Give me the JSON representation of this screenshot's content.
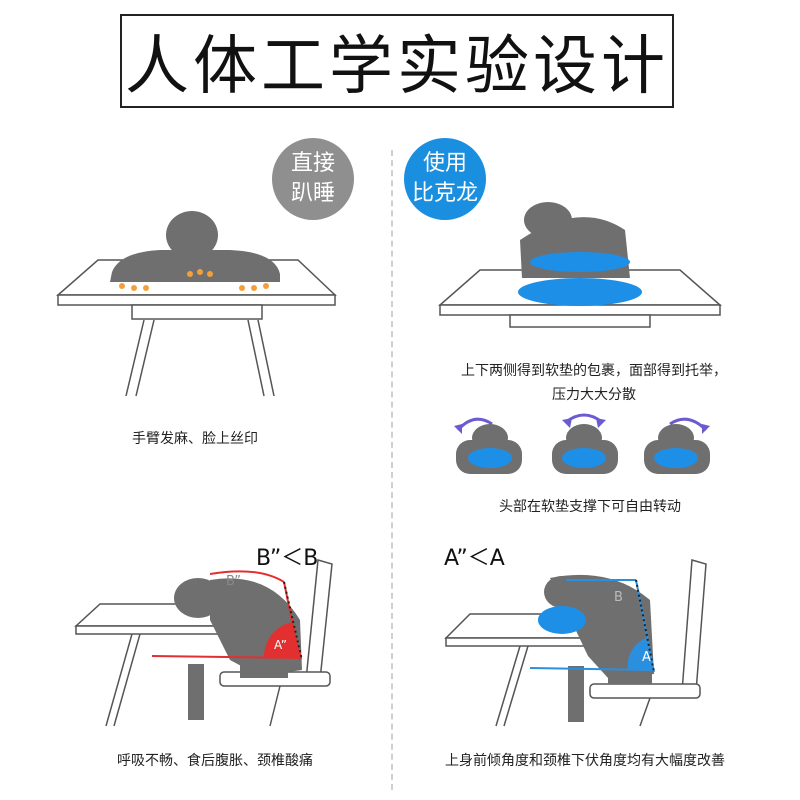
{
  "title": "人体工学实验设计",
  "badges": {
    "left": {
      "line1": "直接",
      "line2": "趴睡"
    },
    "right": {
      "line1": "使用",
      "line2": "比克龙"
    }
  },
  "captions": {
    "left_top": "手臂发麻、脸上丝印",
    "right_top_line1": "上下两侧得到软垫的包裹，面部得到托举，",
    "right_top_line2": "压力大大分散",
    "right_mid": "头部在软垫支撑下可自由转动",
    "left_bottom": "呼吸不畅、食后腹胀、颈椎酸痛",
    "right_bottom": "上身前倾角度和颈椎下伏角度均有大幅度改善"
  },
  "angle_labels": {
    "left": "B”＜B",
    "right": "A”＜A",
    "left_angle_a": "A”",
    "left_angle_b": "B”",
    "right_angle_a": "A",
    "right_angle_b": "B"
  },
  "colors": {
    "figure_gray": "#6f6f6f",
    "cushion_blue": "#1e8fe6",
    "pressure_orange": "#f3a03a",
    "angle_red": "#e23030",
    "angle_blue": "#2b8fe0",
    "arrow_purple": "#6b5bd0"
  }
}
